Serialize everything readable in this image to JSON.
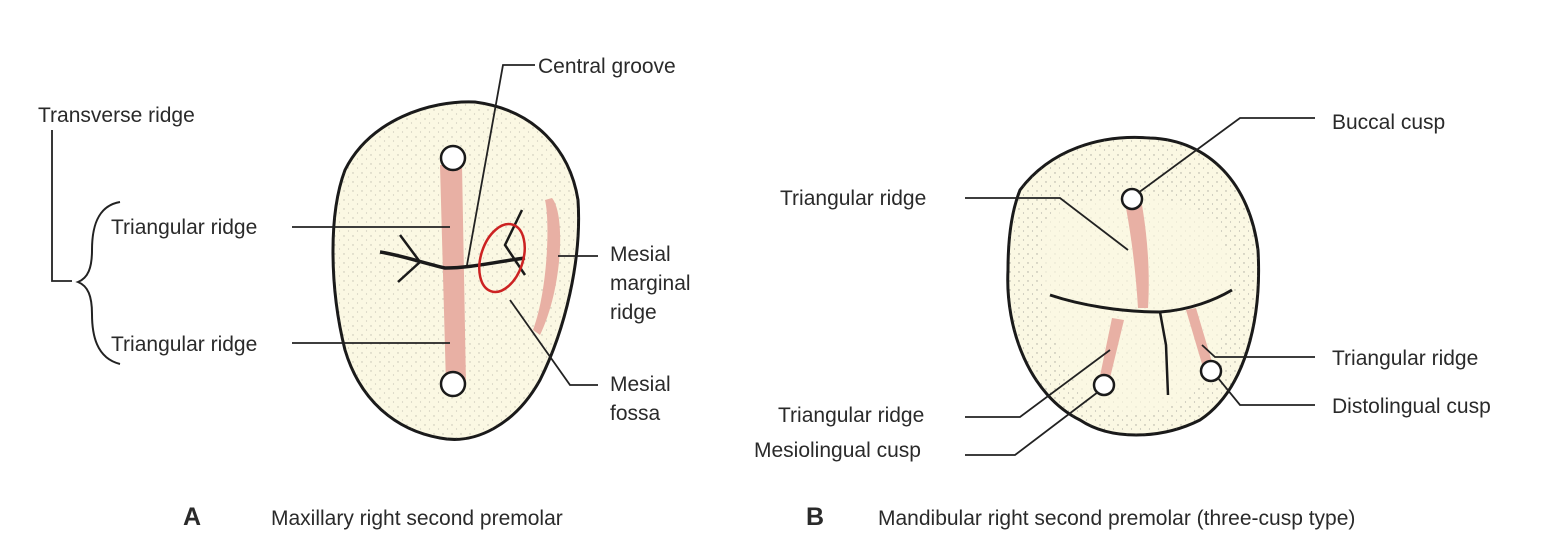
{
  "panel_a": {
    "letter": "A",
    "caption": "Maxillary right second premolar",
    "labels": {
      "central_groove": "Central groove",
      "transverse_ridge": "Transverse ridge",
      "triangular_ridge_upper": "Triangular ridge",
      "triangular_ridge_lower": "Triangular ridge",
      "mesial_marginal_ridge": [
        "Mesial",
        "marginal",
        "ridge"
      ],
      "mesial_fossa": [
        "Mesial",
        "fossa"
      ]
    }
  },
  "panel_b": {
    "letter": "B",
    "caption": "Mandibular right second premolar (three-cusp type)",
    "labels": {
      "buccal_cusp": "Buccal cusp",
      "triangular_ridge_buccal": "Triangular ridge",
      "triangular_ridge_distolingual": "Triangular ridge",
      "distolingual_cusp": "Distolingual cusp",
      "triangular_ridge_mesiolingual": "Triangular ridge",
      "mesiolingual_cusp": "Mesiolingual cusp"
    }
  },
  "colors": {
    "tooth_fill": "#fbf8e3",
    "ridge_highlight": "#e8b0a4",
    "fossa_circle": "#cc2222",
    "outline": "#1a1a1a"
  }
}
